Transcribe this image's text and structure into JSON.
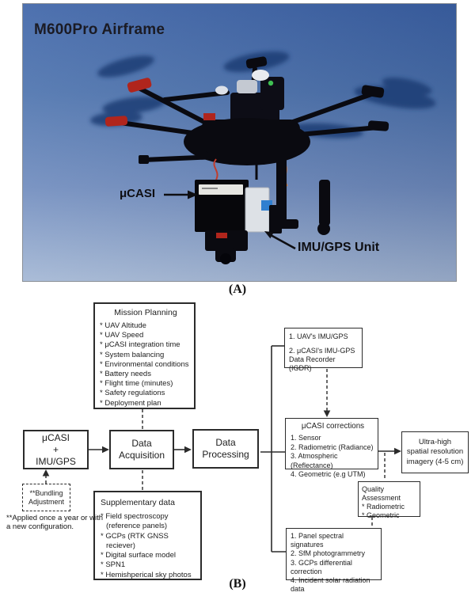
{
  "panel_a": {
    "label": "(A)",
    "photo_title": "M600Pro Airframe",
    "annotations": {
      "sensor": "μCASI",
      "imu": "IMU/GPS Unit"
    }
  },
  "panel_b": {
    "label": "(B)",
    "mission_planning": {
      "title": "Mission Planning",
      "items": [
        "* UAV Altitude",
        "* UAV Speed",
        "* μCASI integration time",
        "* System balancing",
        "* Environmental conditions",
        "* Battery needs",
        "* Flight time (minutes)",
        "* Safety regulations",
        "* Deployment plan"
      ]
    },
    "imu_sources": {
      "item1": "1. UAV's IMU/GPS",
      "item2": "2. μCASI's IMU-GPS Data Recorder (IGDR)"
    },
    "sensor_unit": {
      "line1": "μCASI",
      "line2": "+",
      "line3": "IMU/GPS"
    },
    "data_acquisition": {
      "line1": "Data",
      "line2": "Acquisition"
    },
    "data_processing": {
      "line1": "Data",
      "line2": "Processing"
    },
    "corrections": {
      "title": "μCASI corrections",
      "items": [
        "1. Sensor",
        "2. Radiometric (Radiance)",
        "3. Atmospheric (Reflectance)",
        "4. Geometric (e.g UTM)"
      ]
    },
    "output": {
      "line1": "Ultra-high",
      "line2": "spatial resolution",
      "line3": "imagery (4-5 cm)"
    },
    "quality": {
      "title": "Quality Assessment",
      "items": [
        "* Radiometric",
        "* Geometric"
      ]
    },
    "ancillary": {
      "items": [
        "1. Panel spectral signatures",
        "2. SfM photogrammetry",
        "3. GCPs differential correction",
        "4. Incident solar radiation data"
      ]
    },
    "supplementary": {
      "title": "Supplementary data",
      "items": [
        "* Field spectroscopy (reference panels)",
        "* GCPs (RTK GNSS reciever)",
        "* Digital surface model",
        "* SPN1",
        "* Hemishperical sky photos"
      ]
    },
    "bundling": {
      "line1": "**Bundling",
      "line2": "Adjustment"
    },
    "footnote": "**Applied once a year or with a new configuration."
  },
  "colors": {
    "sky_top": "#3a61a6",
    "sky_bottom": "#a4b8d6",
    "line": "#2b2b2b",
    "prop_blue": "#1c3c74",
    "accent_red": "#b0251c"
  }
}
